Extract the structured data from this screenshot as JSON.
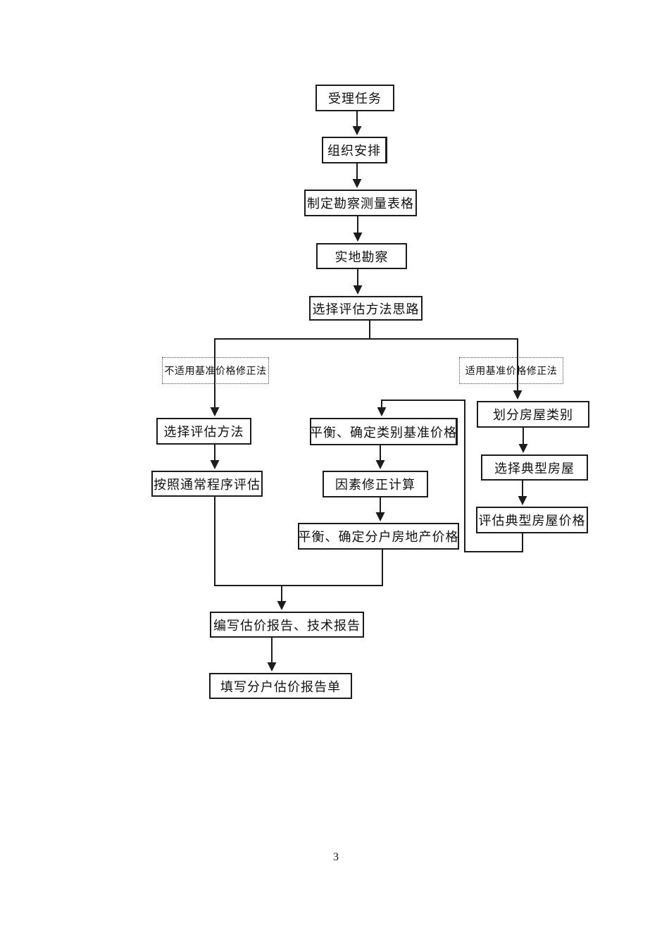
{
  "page": {
    "background": "#ffffff",
    "page_number": "3"
  },
  "flowchart": {
    "line_color": "#1c1c1c",
    "box_border_color": "#1c1c1c",
    "nodes": {
      "accept_task": {
        "label": "受理任务"
      },
      "organize": {
        "label": "组织安排"
      },
      "survey_form": {
        "label": "制定勘察测量表格"
      },
      "field_survey": {
        "label": "实地勘察"
      },
      "method_approach": {
        "label": "选择评估方法思路"
      },
      "label_not_applicable": {
        "label": "不适用基准价格修正法"
      },
      "label_applicable": {
        "label": "适用基准价格修正法"
      },
      "select_method": {
        "label": "选择评估方法"
      },
      "usual_procedure": {
        "label": "按照通常程序评估"
      },
      "balance_category": {
        "label": "平衡、确定类别基准价格"
      },
      "factor_correction": {
        "label": "因素修正计算"
      },
      "balance_unit": {
        "label": "平衡、确定分户房地产价格"
      },
      "classify_houses": {
        "label": "划分房屋类别"
      },
      "select_typical": {
        "label": "选择典型房屋"
      },
      "evaluate_typical": {
        "label": "评估典型房屋价格"
      },
      "write_reports": {
        "label": "编写估价报告、技术报告"
      },
      "fill_report": {
        "label": "填写分户估价报告单"
      }
    },
    "edges": [
      {
        "from": "accept_task",
        "to": "organize",
        "arrow": true
      },
      {
        "from": "organize",
        "to": "survey_form",
        "arrow": true
      },
      {
        "from": "survey_form",
        "to": "field_survey",
        "arrow": true
      },
      {
        "from": "field_survey",
        "to": "method_approach",
        "arrow": true
      },
      {
        "from": "method_approach",
        "to": "select_method",
        "arrow": true,
        "via_label": "不适用基准价格修正法"
      },
      {
        "from": "method_approach",
        "to": "classify_houses",
        "arrow": true,
        "via_label": "适用基准价格修正法"
      },
      {
        "from": "select_method",
        "to": "usual_procedure",
        "arrow": true
      },
      {
        "from": "classify_houses",
        "to": "select_typical",
        "arrow": true
      },
      {
        "from": "select_typical",
        "to": "evaluate_typical",
        "arrow": true
      },
      {
        "from": "evaluate_typical",
        "to": "balance_category",
        "arrow": true
      },
      {
        "from": "balance_category",
        "to": "factor_correction",
        "arrow": true
      },
      {
        "from": "factor_correction",
        "to": "balance_unit",
        "arrow": true
      },
      {
        "from": "usual_procedure",
        "to": "write_reports",
        "arrow": true
      },
      {
        "from": "balance_unit",
        "to": "write_reports",
        "arrow": true
      },
      {
        "from": "write_reports",
        "to": "fill_report",
        "arrow": true
      }
    ]
  }
}
